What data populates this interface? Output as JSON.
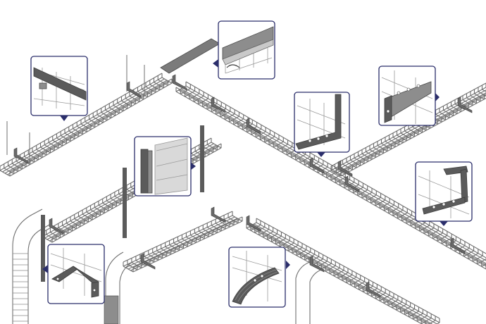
{
  "scene": {
    "description_colors": {
      "tray_wire": "#6f6f6f",
      "callout_border": "#2b2e6b",
      "steel": "#5b5b5b"
    }
  },
  "callouts": [
    {
      "name": "callout-splice-bar",
      "icon": "splice-bar-icon"
    },
    {
      "name": "callout-tray-cover",
      "icon": "tray-cover-icon"
    },
    {
      "name": "callout-wall-bracket",
      "icon": "wall-bracket-icon"
    },
    {
      "name": "callout-cantilever-bracket",
      "icon": "cantilever-bracket-icon"
    },
    {
      "name": "callout-support-channel",
      "icon": "support-channel-icon"
    },
    {
      "name": "callout-hanger-bracket",
      "icon": "hanger-bracket-icon"
    },
    {
      "name": "callout-floor-bracket",
      "icon": "floor-bracket-icon"
    },
    {
      "name": "callout-bend-plate",
      "icon": "bend-plate-icon"
    }
  ]
}
